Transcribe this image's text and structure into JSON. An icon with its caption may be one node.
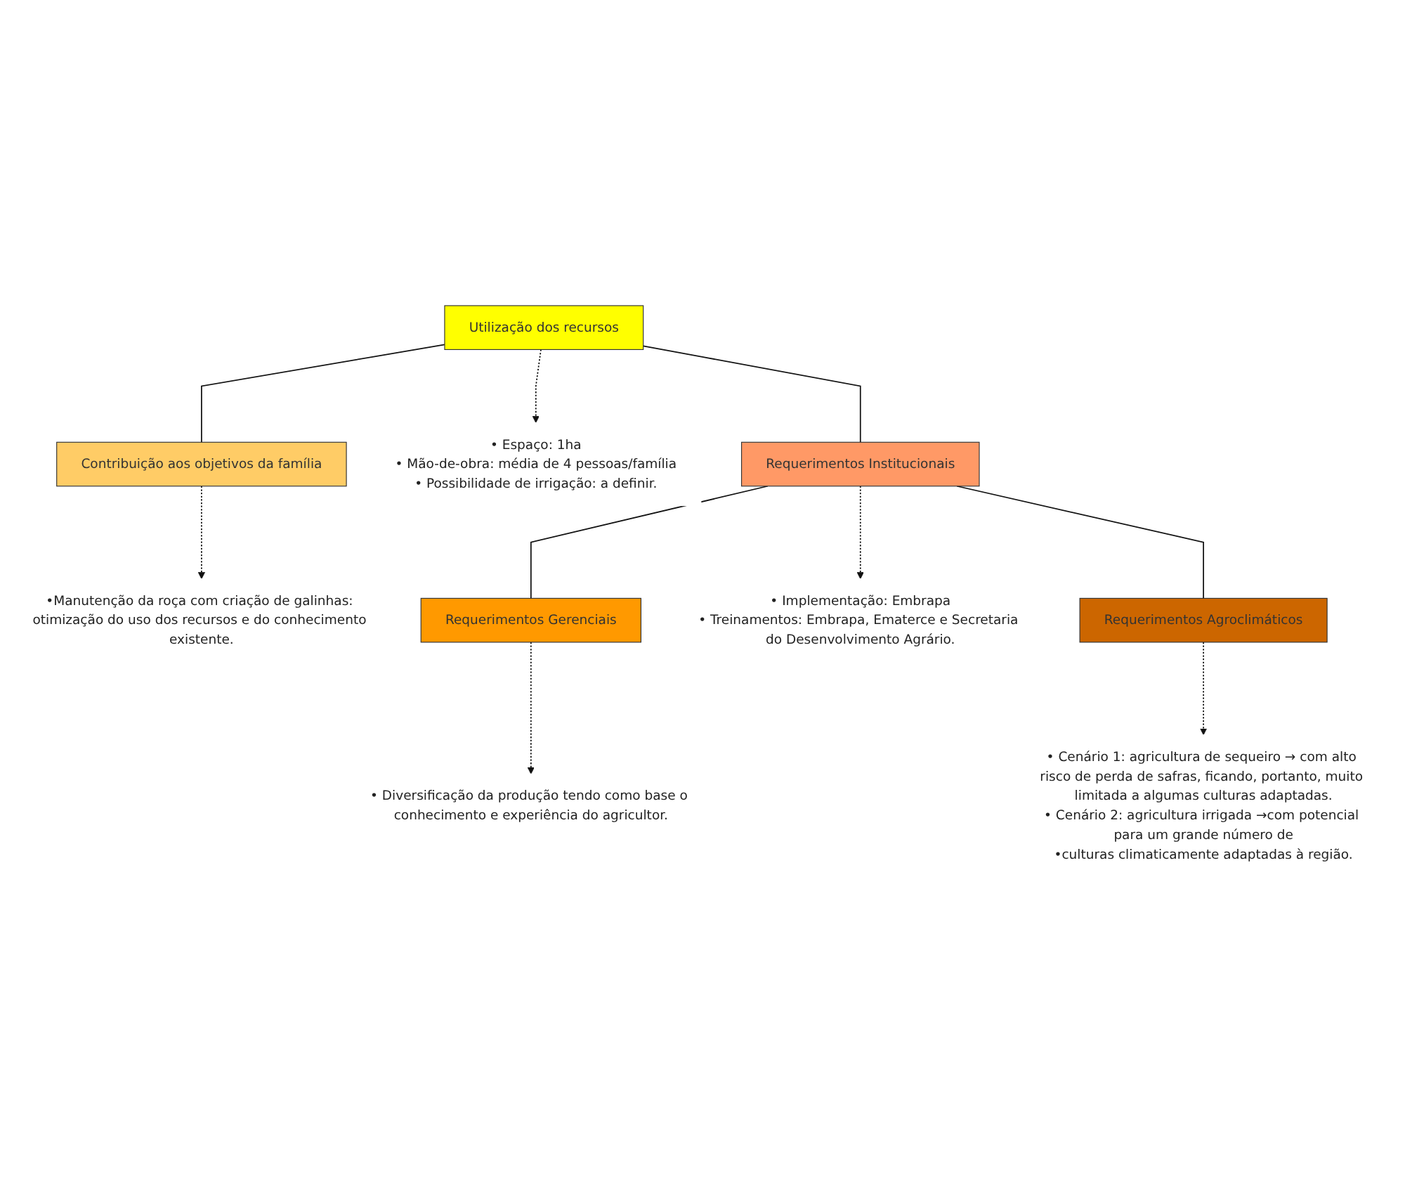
{
  "diagram": {
    "nodes": [
      {
        "text": [
          "Utilização dos recursos"
        ]
      },
      {
        "text": [
          "Contribuição aos objetivos da família"
        ]
      },
      {
        "text": [
          "• Espaço: 1ha",
          "• Mão-de-obra: média de 4 pessoas/família",
          "• Possibilidade de irrigação: a definir."
        ]
      },
      {
        "text": [
          "•Manutenção da roça com criação de galinhas: otimização do uso dos recursos e do conhecimento existente."
        ]
      },
      {
        "text": [
          "Requerimentos Institucionais"
        ]
      },
      {
        "text": [
          "Requerimentos Gerenciais"
        ]
      },
      {
        "text": [
          "• Implementação: Embrapa",
          "• Treinamentos: Embrapa, Ematerce e Secretaria do Desenvolvimento Agrário."
        ]
      },
      {
        "text": [
          "• Diversificação da produção tendo como base o conhecimento e experiência do agricultor."
        ]
      },
      {
        "text": [
          "Requerimentos Agroclimáticos"
        ]
      },
      {
        "text": [
          "• Cenário 1: agricultura de sequeiro → com alto risco de perda de safras, ficando, portanto, muito limitada a algumas culturas adaptadas.",
          "• Cenário 2: agricultura irrigada →com potencial para um grande número de",
          "•culturas climaticamente adaptadas à região."
        ]
      }
    ],
    "edges": [
      {
        "from": 0,
        "to": 1,
        "arrow": "none"
      },
      {
        "from": 0,
        "to": 2,
        "arrow": "to",
        "style": "dashed"
      },
      {
        "from": 1,
        "to": 3,
        "arrow": "to",
        "style": "dashed"
      },
      {
        "from": 0,
        "to": 4,
        "arrow": "none"
      },
      {
        "from": 4,
        "to": 5,
        "arrow": "none"
      },
      {
        "from": 4,
        "to": 6,
        "arrow": "to",
        "style": "dashed"
      },
      {
        "from": 5,
        "to": 7,
        "arrow": "to",
        "style": "dashed"
      },
      {
        "from": 4,
        "to": 8,
        "arrow": "none"
      },
      {
        "from": 8,
        "to": 9,
        "arrow": "to",
        "style": "dashed"
      }
    ]
  }
}
